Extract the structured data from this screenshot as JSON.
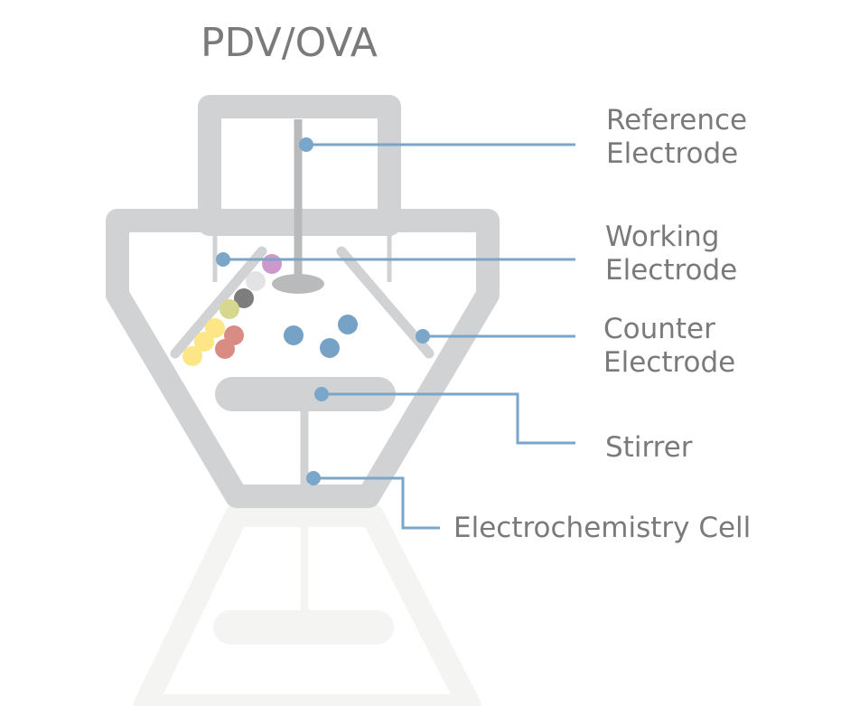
{
  "title": "PDV/OVA",
  "labels": {
    "reference": [
      "Reference",
      "Electrode"
    ],
    "working": [
      "Working",
      "Electrode"
    ],
    "counter": [
      "Counter",
      "Electrode"
    ],
    "stirrer": "Stirrer",
    "cell": "Electrochemistry Cell"
  },
  "colors": {
    "structure": "#d1d2d4",
    "reflection": "#f4f4f2",
    "rod": "#b9babb",
    "leader": "#7aa6c9",
    "text": "#7a7a7a",
    "particle_blue": "#76a2c6",
    "particle_yellow": "#fde686",
    "particle_red": "#d88c84",
    "particle_purple": "#cc99cc",
    "particle_olive": "#d6d88f",
    "particle_gray": "#7d7d7d",
    "particle_light": "#e3e3e5"
  }
}
